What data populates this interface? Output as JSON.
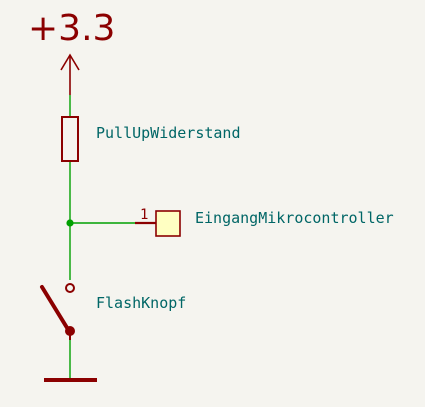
{
  "schematic": {
    "power_label": "+3.3",
    "resistor_label": "PullUpWiderstand",
    "connector_pin_number": "1",
    "connector_label": "EingangMikrocontroller",
    "switch_label": "FlashKnopf"
  },
  "colors": {
    "background": "#f5f4ef",
    "wire": "#00a000",
    "symbol": "#8b0000",
    "label_text": "#006666",
    "junction": "#00a000",
    "connector_fill": "#ffffc2"
  },
  "icons": {
    "power": "power-arrow-icon",
    "resistor": "resistor-icon",
    "junction": "junction-dot-icon",
    "connector": "connector-pin-icon",
    "switch": "push-button-switch-icon",
    "ground": "ground-icon"
  }
}
